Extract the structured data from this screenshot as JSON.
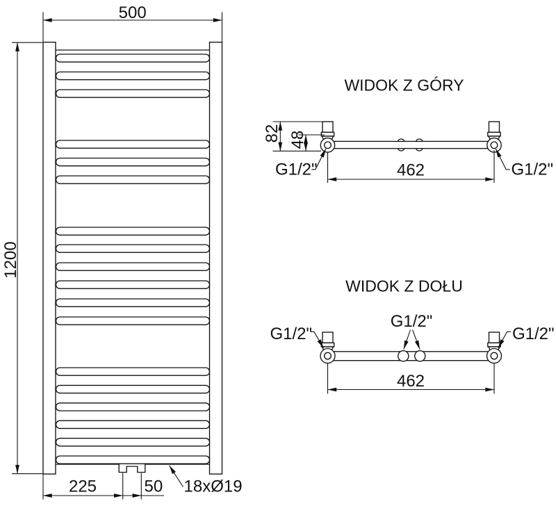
{
  "front": {
    "width_label": "500",
    "height_label": "1200",
    "offset_label": "225",
    "spacing_label": "50",
    "tubes_label": "18xØ19"
  },
  "top_view": {
    "title": "WIDOK Z GÓRY",
    "depth_label": "82",
    "pipe_offset_label": "48",
    "axis_label": "462",
    "thread_left": "G1/2\"",
    "thread_right": "G1/2\""
  },
  "bottom_view": {
    "title": "WIDOK Z DOŁU",
    "axis_label": "462",
    "thread_left": "G1/2\"",
    "thread_center": "G1/2\"",
    "thread_right": "G1/2\""
  },
  "colors": {
    "line": "#111111",
    "background": "#ffffff"
  }
}
